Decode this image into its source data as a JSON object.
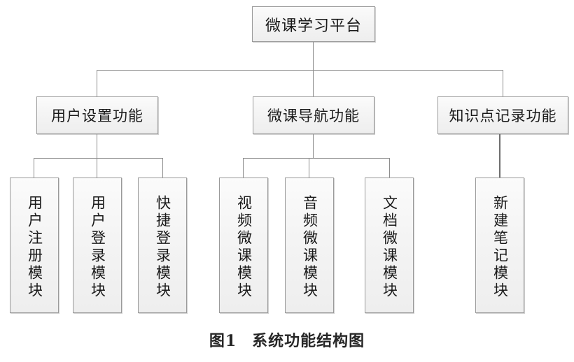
{
  "figure": {
    "caption_label": "图1",
    "caption_title": "系统功能结构图"
  },
  "diagram": {
    "type": "tree",
    "orientation": "top-down",
    "root": {
      "id": "root",
      "label": "微课学习平台",
      "text_direction": "horizontal"
    },
    "level2": [
      {
        "id": "user-settings",
        "label": "用户设置功能",
        "text_direction": "horizontal",
        "children": [
          "user-register",
          "user-login",
          "quick-login"
        ]
      },
      {
        "id": "course-navigation",
        "label": "微课导航功能",
        "text_direction": "horizontal",
        "children": [
          "video-course",
          "audio-course",
          "document-course"
        ]
      },
      {
        "id": "knowledge-record",
        "label": "知识点记录功能",
        "text_direction": "horizontal",
        "children": [
          "new-note"
        ]
      }
    ],
    "leaves": [
      {
        "id": "user-register",
        "label": "用户注册模块",
        "text_direction": "vertical",
        "parent": "user-settings"
      },
      {
        "id": "user-login",
        "label": "用户登录模块",
        "text_direction": "vertical",
        "parent": "user-settings"
      },
      {
        "id": "quick-login",
        "label": "快捷登录模块",
        "text_direction": "vertical",
        "parent": "user-settings"
      },
      {
        "id": "video-course",
        "label": "视频微课模块",
        "text_direction": "vertical",
        "parent": "course-navigation"
      },
      {
        "id": "audio-course",
        "label": "音频微课模块",
        "text_direction": "vertical",
        "parent": "course-navigation"
      },
      {
        "id": "document-course",
        "label": "文档微课模块",
        "text_direction": "vertical",
        "parent": "course-navigation"
      },
      {
        "id": "new-note",
        "label": "新建笔记模块",
        "text_direction": "vertical",
        "parent": "knowledge-record"
      }
    ]
  },
  "style": {
    "box_border_color": "#9a9a9a",
    "box_fill_color": "#f2f2f2",
    "connector_color": "#8d8d8d",
    "text_color": "#1a1a1a",
    "background_color": "#ffffff"
  }
}
